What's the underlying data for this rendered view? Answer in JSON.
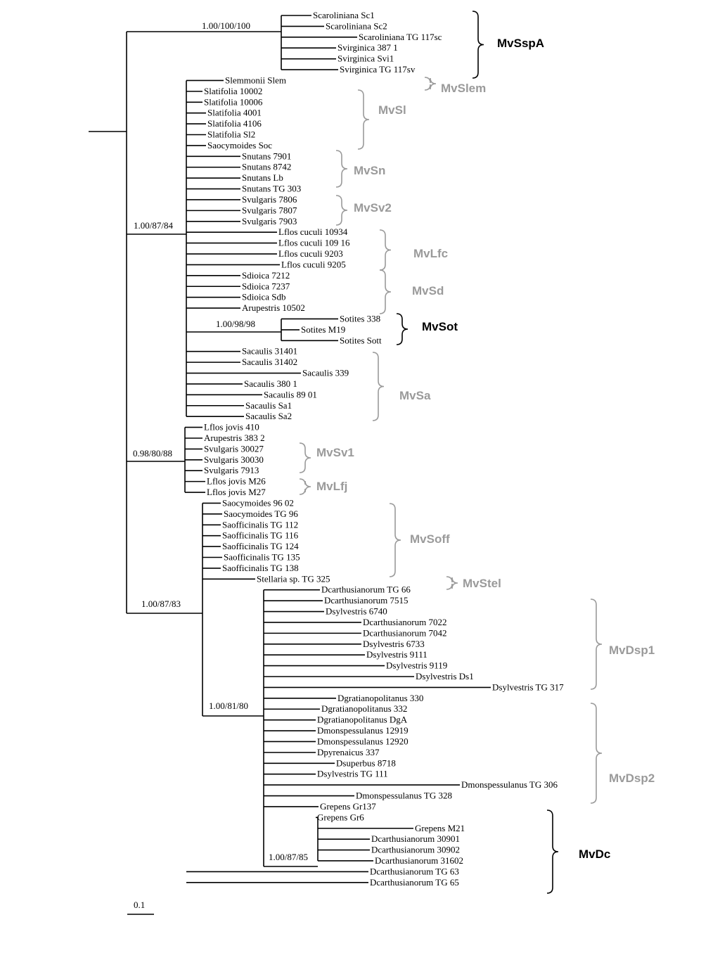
{
  "taxa": [
    "Scaroliniana Sc1",
    "Scaroliniana Sc2",
    "Scaroliniana TG 117sc",
    "Svirginica 387 1",
    "Svirginica Svi1",
    "Svirginica TG 117sv",
    "Slemmonii Slem",
    "Slatifolia 10002",
    "Slatifolia 10006",
    "Slatifolia 4001",
    "Slatifolia 4106",
    "Slatifolia Sl2",
    "Saocymoides Soc",
    "Snutans 7901",
    "Snutans 8742",
    "Snutans Lb",
    "Snutans TG 303",
    "Svulgaris 7806",
    "Svulgaris 7807",
    "Svulgaris 7903",
    "Lflos cuculi 10934",
    "Lflos cuculi 109 16",
    "Lflos cuculi 9203",
    "Lflos cuculi 9205",
    "Sdioica 7212",
    "Sdioica 7237",
    "Sdioica Sdb",
    "Arupestris 10502",
    "Sotites 338",
    "Sotites M19",
    "Sotites Sott",
    "Sacaulis 31401",
    "Sacaulis 31402",
    "Sacaulis 339",
    "Sacaulis 380 1",
    "Sacaulis 89 01",
    "Sacaulis Sa1",
    "Sacaulis Sa2",
    "Lflos jovis 410",
    "Arupestris 383 2",
    "Svulgaris 30027",
    "Svulgaris 30030",
    "Svulgaris 7913",
    "Lflos jovis M26",
    "Lflos jovis M27",
    "Saocymoides 96 02",
    "Saocymoides TG 96",
    "Saofficinalis TG 112",
    "Saofficinalis TG 116",
    "Saofficinalis TG 124",
    "Saofficinalis TG 135",
    "Saofficinalis TG 138",
    "Stellaria sp. TG 325",
    "Dcarthusianorum TG 66",
    "Dcarthusianorum 7515",
    "Dsylvestris 6740",
    "Dcarthusianorum 7022",
    "Dcarthusianorum 7042",
    "Dsylvestris 6733",
    "Dsylvestris 9111",
    "Dsylvestris 9119",
    "Dsylvestris Ds1",
    "Dsylvestris TG 317",
    "Dgratianopolitanus 330",
    "Dgratianopolitanus 332",
    "Dgratianopolitanus DgA",
    "Dmonspessulanus 12919",
    "Dmonspessulanus 12920",
    "Dpyrenaicus 337",
    "Dsuperbus 8718",
    "Dsylvestris TG 111",
    "Dmonspessulanus TG 306",
    "Dmonspessulanus TG 328",
    "Grepens Gr137",
    "Grepens Gr6",
    "Grepens M21",
    "Dcarthusianorum 30901",
    "Dcarthusianorum 30902",
    "Dcarthusianorum 31602",
    "Dcarthusianorum TG 63",
    "Dcarthusianorum TG 65"
  ],
  "supports": [
    "1.00/100/100",
    "1.00/87/84",
    "1.00/98/98",
    "0.98/80/88",
    "1.00/87/83",
    "1.00/81/80",
    "1.00/87/85"
  ],
  "clades": [
    "MvSspA",
    "MvSlem",
    "MvSl",
    "MvSn",
    "MvSv2",
    "MvLfc",
    "MvSd",
    "MvSot",
    "MvSa",
    "MvSv1",
    "MvLfj",
    "MvSoff",
    "MvStel",
    "MvDsp1",
    "MvDsp2",
    "MvDc"
  ],
  "scale_bar": "0.1",
  "colors": {
    "branch": "#000000",
    "label_emphasis": "#000000",
    "label_muted": "#9a9a9a"
  }
}
